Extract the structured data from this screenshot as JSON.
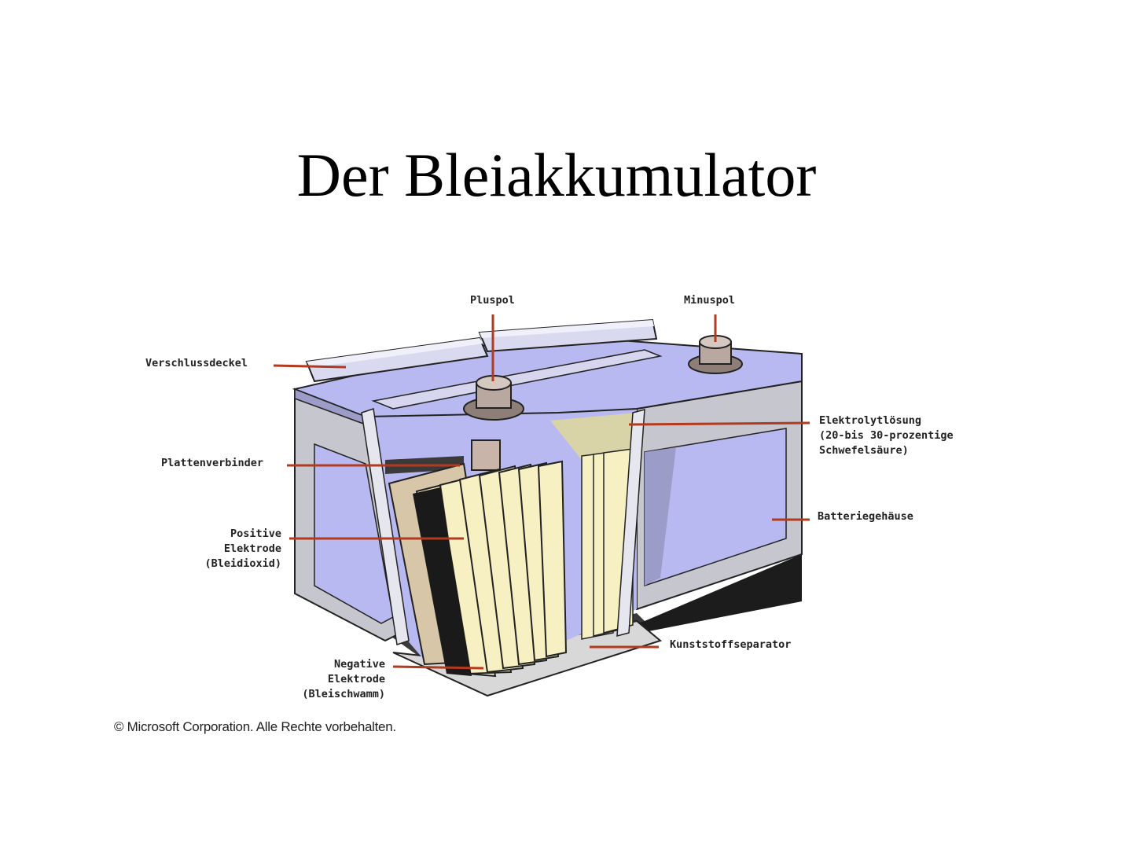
{
  "slide": {
    "title": "Der Bleiakkumulator"
  },
  "diagram": {
    "labels": {
      "pluspol": "Pluspol",
      "minuspol": "Minuspol",
      "verschlussdeckel": "Verschlussdeckel",
      "elektrolyt_line1": "Elektrolytlösung",
      "elektrolyt_line2": "(20-bis 30-prozentige",
      "elektrolyt_line3": "Schwefelsäure)",
      "plattenverbinder": "Plattenverbinder",
      "batteriegehaeuse": "Batteriegehäuse",
      "positive_line1": "Positive",
      "positive_line2": "Elektrode",
      "positive_line3": "(Bleidioxid)",
      "kunststoffseparator": "Kunststoffseparator",
      "negative_line1": "Negative",
      "negative_line2": "Elektrode",
      "negative_line3": "(Bleischwamm)"
    },
    "copyright": "© Microsoft Corporation. Alle Rechte vorbehalten.",
    "colors": {
      "leader_line": "#b23a1e",
      "casing": "#c4c4cc",
      "interior": "#b9b9f2",
      "plate": "#f6f0c2",
      "base": "#1a1a1a",
      "terminal": "#b8a8a0"
    }
  }
}
